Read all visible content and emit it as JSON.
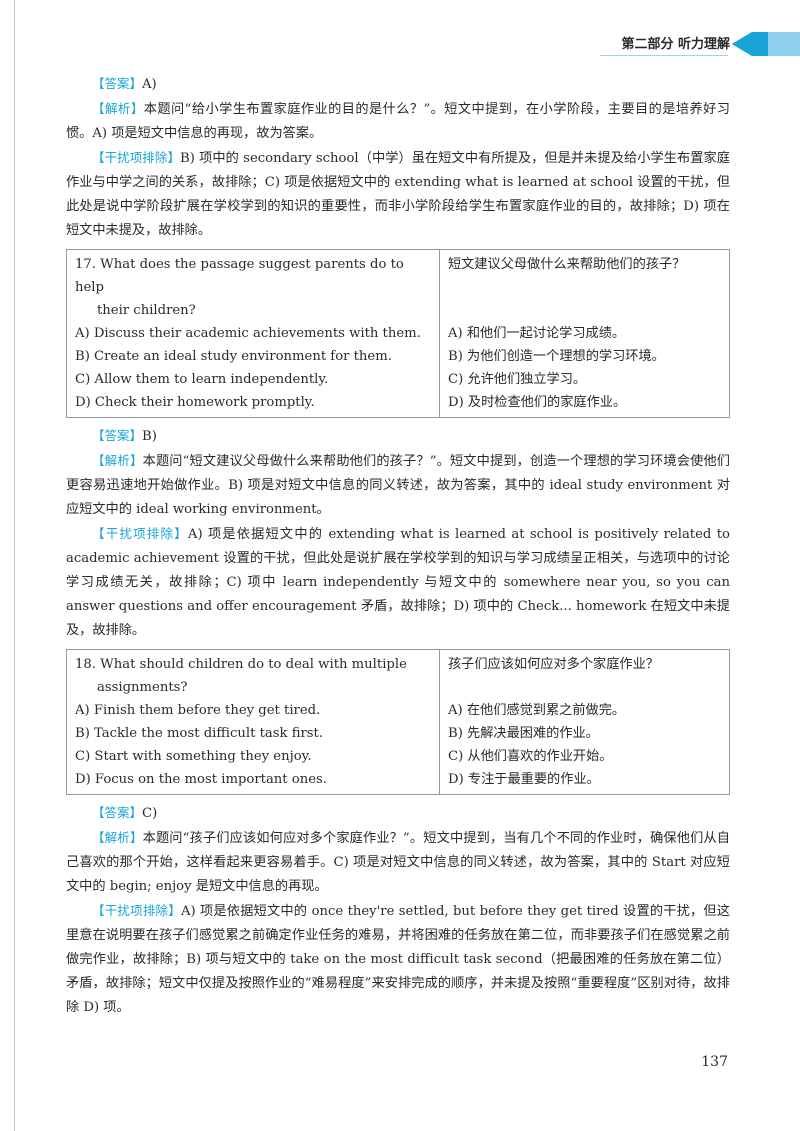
{
  "header": {
    "section": "第二部分  听力理解",
    "accent_color": "#18a4d6"
  },
  "page_number": "137",
  "labels": {
    "answer": "【答案】",
    "analysis": "【解析】",
    "distractor": "【干扰项排除】"
  },
  "blocks": {
    "q16": {
      "answer": "A)",
      "analysis": "本题问“给小学生布置家庭作业的目的是什么？”。短文中提到，在小学阶段，主要目的是培养好习惯。A) 项是短文中信息的再现，故为答案。",
      "distractor": "B) 项中的 secondary school（中学）虽在短文中有所提及，但是并未提及给小学生布置家庭作业与中学之间的关系，故排除；C) 项是依据短文中的 extending what is learned at school 设置的干扰，但此处是说中学阶段扩展在学校学到的知识的重要性，而非小学阶段给学生布置家庭作业的目的，故排除；D) 项在短文中未提及，故排除。"
    },
    "q17": {
      "question_en": "17. What does the passage suggest parents do to help",
      "question_en_cont": "their children?",
      "question_zh": "短文建议父母做什么来帮助他们的孩子？",
      "options_en": [
        "A) Discuss their academic achievements with them.",
        "B) Create an ideal study environment for them.",
        "C) Allow them to learn independently.",
        "D) Check their homework promptly."
      ],
      "options_zh": [
        "A) 和他们一起讨论学习成绩。",
        "B) 为他们创造一个理想的学习环境。",
        "C) 允许他们独立学习。",
        "D) 及时检查他们的家庭作业。"
      ],
      "answer": "B)",
      "analysis": "本题问“短文建议父母做什么来帮助他们的孩子？”。短文中提到，创造一个理想的学习环境会使他们更容易迅速地开始做作业。B) 项是对短文中信息的同义转述，故为答案，其中的 ideal study environment 对应短文中的 ideal working environment。",
      "distractor": "A) 项是依据短文中的 extending what is learned at school is positively related to academic achievement 设置的干扰，但此处是说扩展在学校学到的知识与学习成绩呈正相关，与选项中的讨论学习成绩无关，故排除；C) 项中 learn independently 与短文中的 somewhere near you, so you can answer questions and offer encouragement 矛盾，故排除；D) 项中的 Check... homework 在短文中未提及，故排除。"
    },
    "q18": {
      "question_en": "18. What should children do to deal with multiple",
      "question_en_cont": "assignments?",
      "question_zh": "孩子们应该如何应对多个家庭作业？",
      "options_en": [
        "A) Finish them before they get tired.",
        "B) Tackle the most difficult task first.",
        "C) Start with something they enjoy.",
        "D) Focus on the most important ones."
      ],
      "options_zh": [
        "A) 在他们感觉到累之前做完。",
        "B) 先解决最困难的作业。",
        "C) 从他们喜欢的作业开始。",
        "D) 专注于最重要的作业。"
      ],
      "answer": "C)",
      "analysis": "本题问“孩子们应该如何应对多个家庭作业？”。短文中提到，当有几个不同的作业时，确保他们从自己喜欢的那个开始，这样看起来更容易着手。C) 项是对短文中信息的同义转述，故为答案，其中的 Start 对应短文中的 begin; enjoy 是短文中信息的再现。",
      "distractor": "A) 项是依据短文中的 once they're settled, but before they get tired 设置的干扰，但这里意在说明要在孩子们感觉累之前确定作业任务的难易，并将困难的任务放在第二位，而非要孩子们在感觉累之前做完作业，故排除；B) 项与短文中的 take on the most difficult task second（把最困难的任务放在第二位）矛盾，故排除；短文中仅提及按照作业的“难易程度”来安排完成的顺序，并未提及按照“重要程度”区别对待，故排除 D) 项。"
    }
  }
}
